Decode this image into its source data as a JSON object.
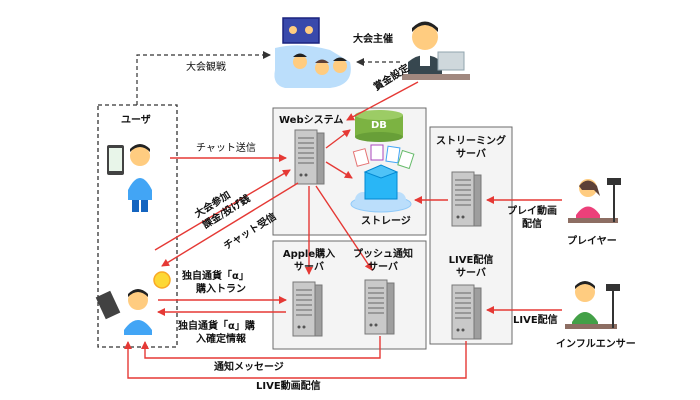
{
  "colors": {
    "arrow": "#e53935",
    "box_border": "#6b6b6b",
    "box_fill": "#f4f4f4",
    "server": "#9e9e9e",
    "db": "#7cb342",
    "storage": "#29b6f6",
    "dashed": "#333333"
  },
  "labels": {
    "user_box_title": "ユーザ",
    "web_system": "Webシステム",
    "db": "DB",
    "storage": "ストレージ",
    "streaming_line1": "ストリーミング",
    "streaming_line2": "サーバ",
    "apple_line1": "Apple購入",
    "apple_line2": "サーバ",
    "push_line1": "プッシュ通知",
    "push_line2": "サーバ",
    "live_line1": "LIVE配信",
    "live_line2": "サーバ",
    "organizer": "大会主催",
    "watch": "大会観戦",
    "prize": "賞金設定",
    "chat_send": "チャット送信",
    "join_line1": "大会参加",
    "join_line2": "課金/投げ銭",
    "chat_receive": "チャット受信",
    "currency_buy_line1": "独自通貨「α」",
    "currency_buy_line2": "購入トラン",
    "currency_confirm_line1": "独自通貨「α」購",
    "currency_confirm_line2": "入確定情報",
    "notify_msg": "通知メッセージ",
    "live_delivery": "LIVE動画配信",
    "player_video_line1": "プレイ動画",
    "player_video_line2": "配信",
    "player": "プレイヤー",
    "live_stream": "LIVE配信",
    "influencer": "インフルエンサー"
  },
  "icons": [
    "organizer-person-icon",
    "spectators-screen-icon",
    "smartphone-user-icon",
    "tablet-user-icon",
    "coin-icon",
    "player-person-icon",
    "influencer-person-icon",
    "server-icon",
    "db-cylinder-icon",
    "storage-cloud-icon",
    "files-icon"
  ]
}
